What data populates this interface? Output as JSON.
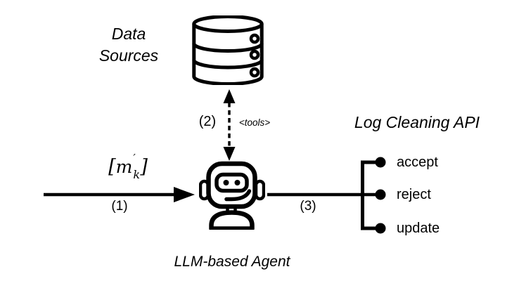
{
  "colors": {
    "ink": "#000000",
    "background": "#ffffff"
  },
  "nodes": {
    "data_sources": {
      "line1": "Data",
      "line2": "Sources"
    },
    "agent": {
      "label": "LLM-based Agent"
    },
    "api": {
      "title": "Log Cleaning API",
      "actions": [
        "accept",
        "reject",
        "update"
      ]
    }
  },
  "edges": {
    "input": {
      "step": "(1)",
      "message": {
        "open": "[",
        "symbol": "m",
        "prime": "′",
        "subscript": "k",
        "close": "]"
      }
    },
    "tools": {
      "step": "(2)",
      "tag": "<tools>"
    },
    "output": {
      "step": "(3)"
    }
  }
}
